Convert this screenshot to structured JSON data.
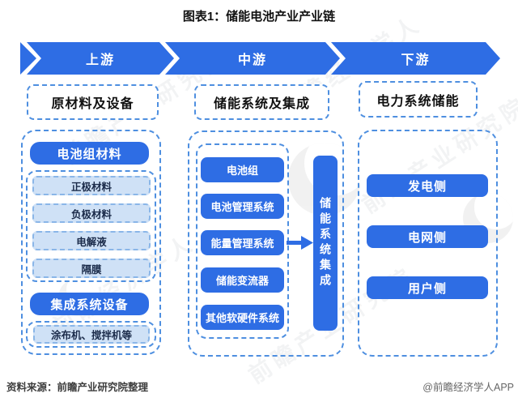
{
  "title": "图表1：储能电池产业产业链",
  "stages": [
    {
      "label": "上游"
    },
    {
      "label": "中游"
    },
    {
      "label": "下游"
    }
  ],
  "upstream": {
    "header": "原材料及设备",
    "group1": {
      "title": "电池组材料",
      "items": [
        "正极材料",
        "负极材料",
        "电解液",
        "隔膜"
      ]
    },
    "group2": {
      "title": "集成系统设备",
      "items": [
        "涂布机、搅拌机等"
      ]
    }
  },
  "midstream": {
    "header": "储能系统及集成",
    "items": [
      "电池组",
      "电池管理系统",
      "能量管理系统",
      "储能变流器",
      "其他软硬件系统"
    ],
    "integration": "储能系统集成"
  },
  "downstream": {
    "header": "电力系统储能",
    "items": [
      "发电侧",
      "电网侧",
      "用户侧"
    ]
  },
  "footer": {
    "source": "资料来源：前瞻产业研究院整理",
    "credit": "@前瞻经济学人APP"
  },
  "watermark": {
    "org": "前瞻产业研究院",
    "app": "前瞻经济学人"
  },
  "colors": {
    "primary_blue": "#2e6de4",
    "dashed_border_blue": "#4e8fe0",
    "light_item_bg": "#cfe1f6",
    "light_item_border": "#8ab6e8",
    "light_item_text": "#1b2b4a"
  }
}
